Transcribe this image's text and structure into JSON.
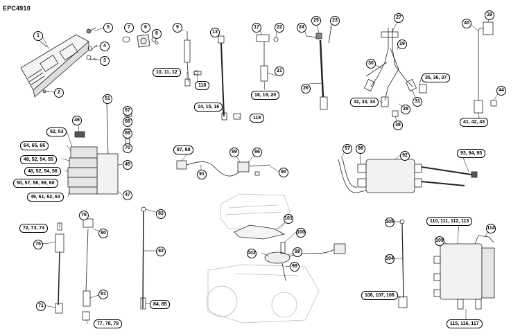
{
  "diagram": {
    "code": "EPC4910",
    "callouts": [
      "1",
      "2",
      "3",
      "4",
      "5",
      "6",
      "7",
      "8",
      "9",
      "10, 11, 12",
      "118",
      "13",
      "14, 15, 16",
      "118",
      "17",
      "22",
      "21",
      "18, 19, 20",
      "24",
      "25",
      "23",
      "26",
      "27",
      "29",
      "30",
      "35, 36, 37",
      "32, 33, 34",
      "28",
      "31",
      "38",
      "39",
      "40",
      "44",
      "41, 42, 43",
      "51",
      "46",
      "52, 53",
      "64, 65, 66",
      "48, 52, 54, 55",
      "48, 52, 54, 56",
      "50, 57, 58, 59, 60",
      "49, 61, 62, 63",
      "67",
      "68",
      "69",
      "70",
      "45",
      "47",
      "87, 88",
      "89",
      "86",
      "91",
      "90",
      "97",
      "96",
      "92",
      "93, 94, 95",
      "72, 73, 74",
      "75",
      "71",
      "76",
      "80",
      "81",
      "77, 78, 79",
      "83",
      "82",
      "84, 85",
      "101",
      "100",
      "102",
      "98",
      "99",
      "105",
      "104",
      "106, 107, 108",
      "110, 111, 112, 113",
      "114",
      "109",
      "115, 116, 117"
    ]
  }
}
